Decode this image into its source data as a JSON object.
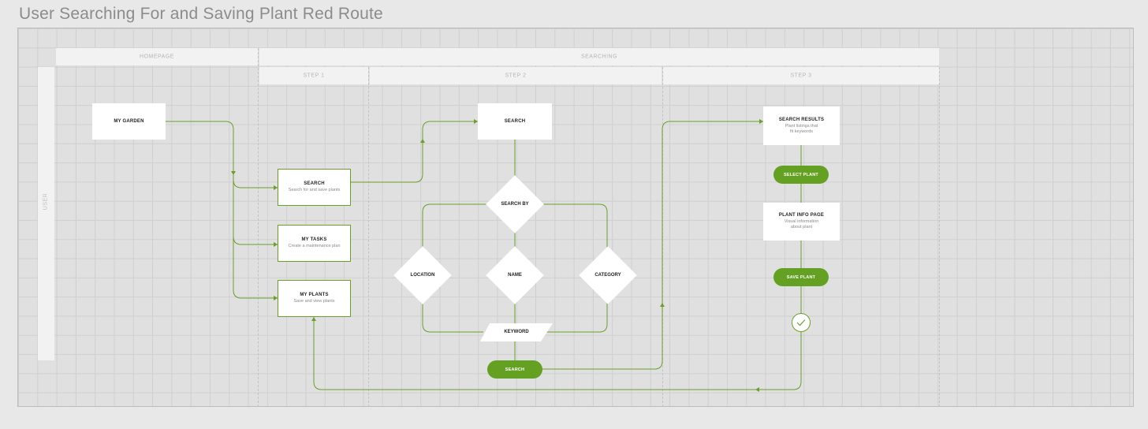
{
  "title": "User Searching For and Saving Plant Red Route",
  "colors": {
    "accent": "#64a021",
    "line": "#6a9f2a",
    "background": "#e8e8e8"
  },
  "phases": {
    "homepage": "HOMEPAGE",
    "searching": "SEARCHING"
  },
  "steps": {
    "step1": "STEP 1",
    "step2": "STEP 2",
    "step3": "STEP 3"
  },
  "lane": {
    "label": "USER"
  },
  "nodes": {
    "my_garden": {
      "title": "MY GARDEN"
    },
    "search_home": {
      "title": "SEARCH",
      "subtitle": "Search for and save plants"
    },
    "my_tasks": {
      "title": "MY TASKS",
      "subtitle": "Create a maintenance plan"
    },
    "my_plants": {
      "title": "MY PLANTS",
      "subtitle": "Save and view plants"
    },
    "search_page": {
      "title": "SEARCH"
    },
    "search_results": {
      "title": "SEARCH RESULTS",
      "subtitle_line1": "Plant listings that",
      "subtitle_line2": "fit keywords"
    },
    "plant_info": {
      "title": "PLANT INFO PAGE",
      "subtitle_line1": "Visual information",
      "subtitle_line2": "about plant"
    }
  },
  "decisions": {
    "search_by": "SEARCH BY",
    "location": "LOCATION",
    "name": "NAME",
    "category": "CATEGORY"
  },
  "keyword": "KEYWORD",
  "buttons": {
    "search": "SEARCH",
    "select_plant": "SELECT PLANT",
    "save_plant": "SAVE PLANT"
  },
  "icons": {
    "done": "checkmark-icon"
  }
}
